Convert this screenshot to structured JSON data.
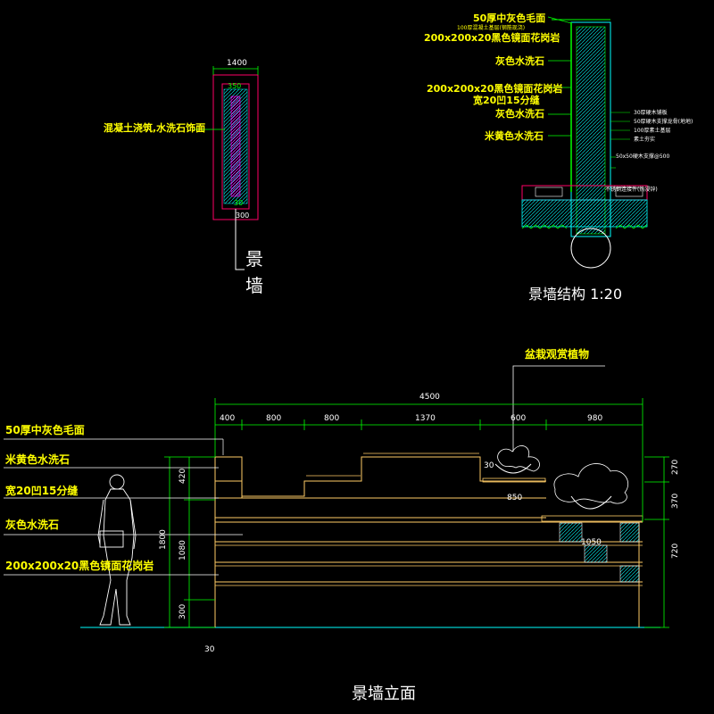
{
  "plan": {
    "width_dim": "1400",
    "label": "混凝土浇筑,水洗石饰面",
    "inner_top": "350",
    "inner_bottom": "30",
    "bottom_dim": "300",
    "name_line1": "景",
    "name_line2": "墙"
  },
  "section": {
    "title": "景墙结构  1:20",
    "left_labels": [
      "50厚中灰色毛面",
      "100厚混凝土基层(钢筋现浇)",
      "200x200x20黑色镜面花岗岩",
      "灰色水洗石",
      "200x200x20黑色镜面花岗岩",
      "宽20凹15分缝",
      "灰色水洗石",
      "米黄色水洗石"
    ],
    "right_notes": [
      "30厚硬木铺板",
      "50厚硬木支撑龙骨(地地)",
      "100厚素土基层",
      "素土夯实",
      "50x50硬木支撑@500",
      "不锈钢连接件(热浸锌)"
    ]
  },
  "elevation": {
    "title": "景墙立面",
    "plant_label": "盆栽观赏植物",
    "left_labels": [
      "50厚中灰色毛面",
      "米黄色水洗石",
      "宽20凹15分缝",
      "灰色水洗石",
      "200x200x20黑色镜面花岗岩"
    ],
    "total_dim": "4500",
    "segment_dims": [
      "400",
      "800",
      "800",
      "1370",
      "600",
      "980"
    ],
    "left_vdims": [
      "420",
      "1080",
      "300"
    ],
    "total_vdim": "1800",
    "right_vdims": [
      "270",
      "370",
      "720"
    ],
    "inner_dims": [
      "30",
      "850",
      "1050"
    ],
    "bottom_dim": "30"
  }
}
